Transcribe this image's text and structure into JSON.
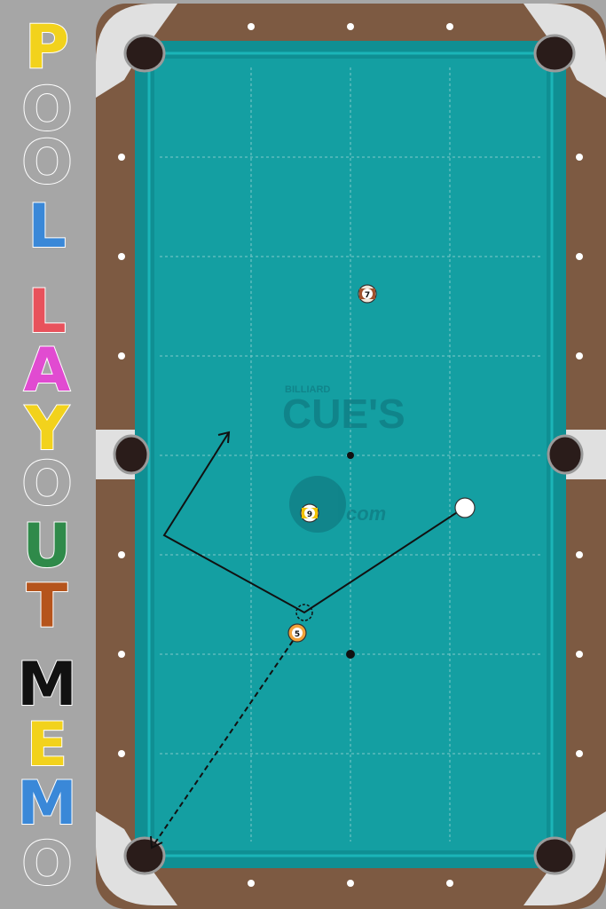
{
  "title_letters": [
    {
      "char": "P",
      "color": "#f2d21c"
    },
    {
      "char": "O",
      "color": "#a6a6a6"
    },
    {
      "char": "O",
      "color": "#a6a6a6"
    },
    {
      "char": "L",
      "color": "#3a88d8"
    },
    {
      "char": "L",
      "color": "#e8525c"
    },
    {
      "char": "A",
      "color": "#e14bd1"
    },
    {
      "char": "Y",
      "color": "#f2d21c"
    },
    {
      "char": "O",
      "color": "#a6a6a6"
    },
    {
      "char": "U",
      "color": "#2f8a4a"
    },
    {
      "char": "T",
      "color": "#b5541c"
    },
    {
      "char": "M",
      "color": "#111111"
    },
    {
      "char": "E",
      "color": "#f2d21c"
    },
    {
      "char": "M",
      "color": "#3a88d8"
    },
    {
      "char": "O",
      "color": "#a6a6a6"
    }
  ],
  "watermark": {
    "line1": "BILLIARD",
    "line2": "CUE'S",
    "suffix": "com"
  },
  "balls": [
    {
      "number": "7",
      "kind": "stripe",
      "color": "#a0522d"
    },
    {
      "number": "9",
      "kind": "stripe",
      "color": "#f2c200"
    },
    {
      "number": "5",
      "kind": "solid",
      "color": "#f2a33a"
    }
  ],
  "cue_ball": {
    "label": "cue-ball"
  },
  "colors": {
    "felt": "#149fa2",
    "rail_wood": "#7d5a42",
    "cushion": "#14999c",
    "pocket": "#2a1c1a",
    "corner_cap": "#e6e6e6"
  }
}
